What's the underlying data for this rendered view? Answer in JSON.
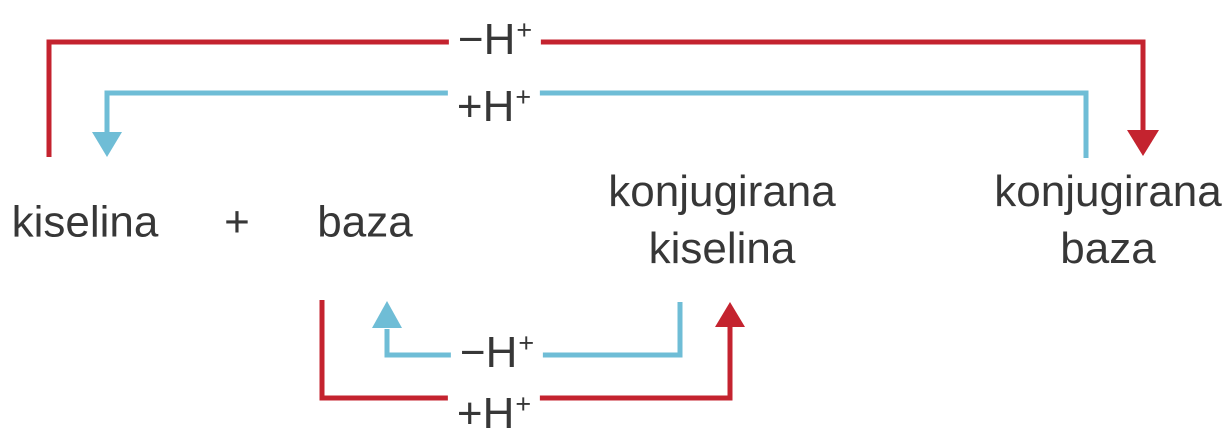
{
  "colors": {
    "red": "#c4232f",
    "blue": "#6fbdd6",
    "text": "#373737",
    "background": "#ffffff"
  },
  "terms": {
    "acid": "kiselina",
    "plus_sign": "+",
    "base": "baza",
    "conjugate_acid": {
      "line1": "konjugirana",
      "line2": "kiselina"
    },
    "conjugate_base": {
      "line1": "konjugirana",
      "line2": "baza"
    }
  },
  "arrows": {
    "top_deprotonation": {
      "label_base": "−H",
      "label_sup": "+",
      "color": "#c4232f"
    },
    "top_protonation": {
      "label_base": "+H",
      "label_sup": "+",
      "color": "#6fbdd6"
    },
    "bottom_deprotonation": {
      "label_base": "−H",
      "label_sup": "+",
      "color": "#6fbdd6"
    },
    "bottom_protonation": {
      "label_base": "+H",
      "label_sup": "+",
      "color": "#c4232f"
    }
  }
}
